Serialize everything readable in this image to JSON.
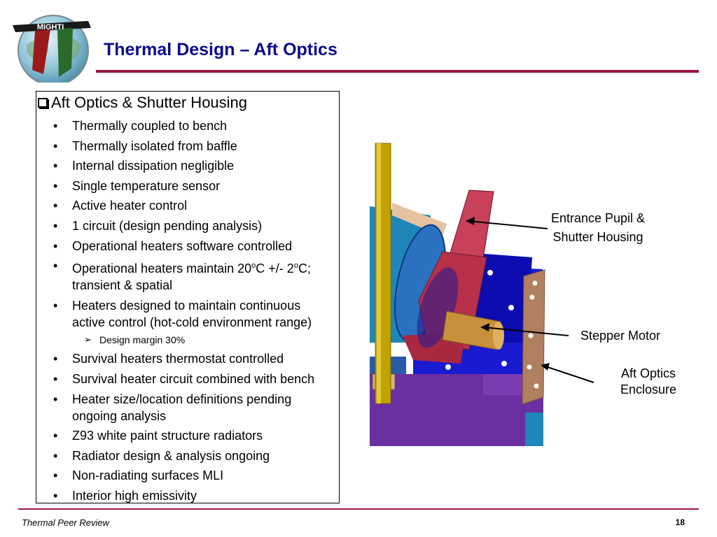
{
  "slide": {
    "logo_text": "MIGHTI",
    "title": "Thermal Design – Aft Optics",
    "heading": "Aft Optics & Shutter Housing",
    "bullets": [
      {
        "text": "Thermally coupled to bench"
      },
      {
        "text": "Thermally isolated from baffle"
      },
      {
        "text": "Internal dissipation negligible"
      },
      {
        "text": "Single temperature sensor"
      },
      {
        "text": "Active heater control"
      },
      {
        "text": "1 circuit (design pending analysis)"
      },
      {
        "text": "Operational heaters software controlled"
      },
      {
        "text": "Operational heaters maintain 20",
        "sup1": "o",
        "mid": "C +/- 2",
        "sup2": "o",
        "end": "C;",
        "line2": "transient & spatial"
      },
      {
        "text": "Heaters designed to maintain continuous",
        "line2": "active control (hot-cold environment range)"
      },
      {
        "text": "Design margin 30%"
      },
      {
        "text": "Survival heaters thermostat controlled"
      },
      {
        "text": "Survival heater circuit combined with bench"
      },
      {
        "text": "Heater size/location definitions pending",
        "line2": "ongoing analysis"
      },
      {
        "text": "Z93 white paint structure radiators"
      },
      {
        "text": "Radiator design & analysis ongoing"
      },
      {
        "text": "Non-radiating surfaces MLI"
      },
      {
        "text": "Interior high emissivity"
      }
    ],
    "callouts": {
      "entrance_line1": "Entrance Pupil &",
      "entrance_line2": "Shutter Housing",
      "stepper": "Stepper Motor",
      "enclosure_line1": "Aft Optics",
      "enclosure_line2": "Enclosure"
    },
    "footer": "Thermal Peer Review",
    "page_number": "18",
    "colors": {
      "title": "#0b0b8a",
      "rule": "#9a1540",
      "rail": "#c2a200",
      "bench": "#6a2fa0",
      "housing": "#c8405a",
      "enclosure": "#1a1ad0",
      "motor": "#c8903a",
      "cyan_structure": "#1e86b8"
    }
  }
}
